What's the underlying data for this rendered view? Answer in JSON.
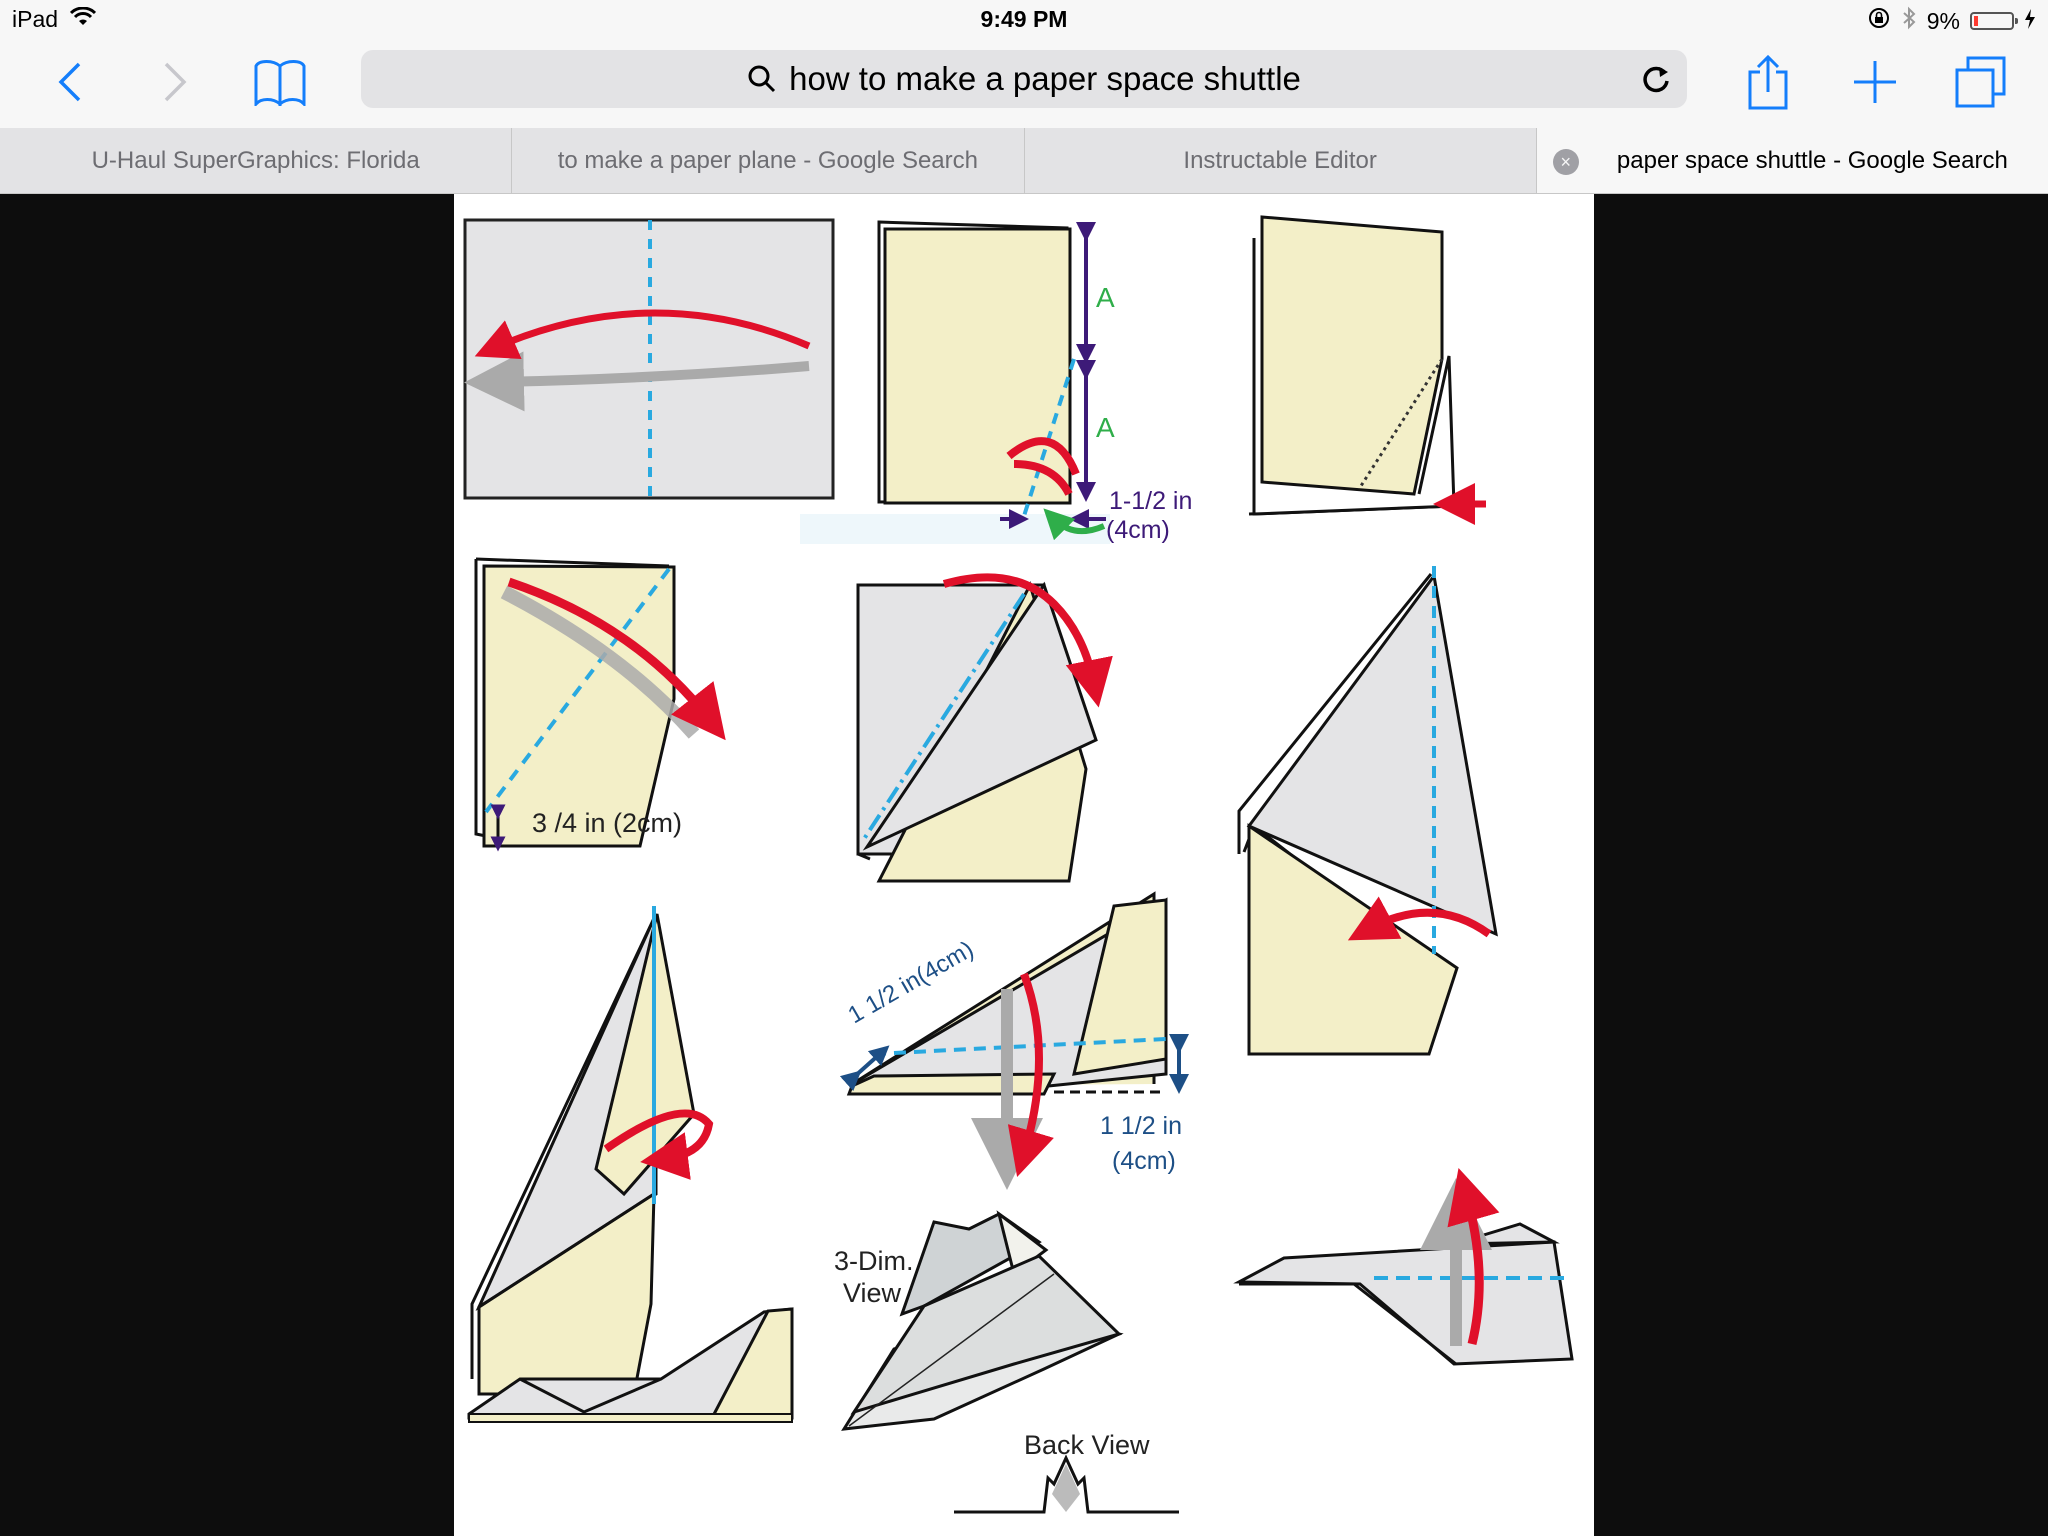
{
  "status_bar": {
    "device": "iPad",
    "time": "9:49 PM",
    "battery_percent": "9%",
    "icons": [
      "wifi-icon",
      "orientation-lock-icon",
      "bluetooth-icon",
      "battery-icon",
      "charging-bolt-icon"
    ]
  },
  "toolbar": {
    "back_icon": "chevron-left-icon",
    "forward_icon": "chevron-right-icon",
    "bookmarks_icon": "book-icon",
    "search_query": "how to make a paper space shuttle",
    "search_icon": "magnifier-icon",
    "reload_icon": "reload-icon",
    "share_icon": "share-icon",
    "new_tab_icon": "plus-icon",
    "tabs_icon": "tabs-overview-icon"
  },
  "tabs": [
    {
      "label": "U-Haul SuperGraphics: Florida",
      "active": false
    },
    {
      "label": "to make a paper plane - Google Search",
      "active": false
    },
    {
      "label": "Instructable Editor",
      "active": false
    },
    {
      "label": "paper space shuttle - Google Search",
      "active": true,
      "close": "×"
    }
  ],
  "colors": {
    "ios_blue": "#147efb",
    "paper_cream": "#f3efc8",
    "paper_gray": "#e4e4e6",
    "fold_red": "#e0102a",
    "fold_blue": "#29a9e0",
    "dimension_purple": "#3d1a78",
    "dimension_green": "#2fae4a",
    "dimension_navy": "#1d4f86"
  },
  "diagram": {
    "steps": [
      {
        "step": 1,
        "labels": []
      },
      {
        "step": 2,
        "labels": [
          "A",
          "A",
          "1-1/2 in",
          "(4cm)"
        ]
      },
      {
        "step": 3,
        "labels": []
      },
      {
        "step": 4,
        "labels": [
          "3 /4 in (2cm)"
        ]
      },
      {
        "step": 5,
        "labels": []
      },
      {
        "step": 6,
        "labels": []
      },
      {
        "step": 7,
        "labels": []
      },
      {
        "step": 8,
        "labels": [
          "1 1/2 in(4cm)",
          "1 1/2 in",
          "(4cm)"
        ]
      },
      {
        "step": 9,
        "labels": []
      },
      {
        "step": 10,
        "labels": []
      },
      {
        "step": 11,
        "labels": [
          "3-Dim.",
          "View",
          "Back View"
        ]
      }
    ],
    "text": {
      "A1": "A",
      "A2": "A",
      "s2_dim1": "1-1/2 in",
      "s2_dim2": "(4cm)",
      "s4_dim": "3 /4 in (2cm)",
      "s8_diag": "1 1/2 in(4cm)",
      "s8_dim1": "1 1/2 in",
      "s8_dim2": "(4cm)",
      "view3d_1": "3-Dim.",
      "view3d_2": "View",
      "back_view": "Back View"
    }
  }
}
